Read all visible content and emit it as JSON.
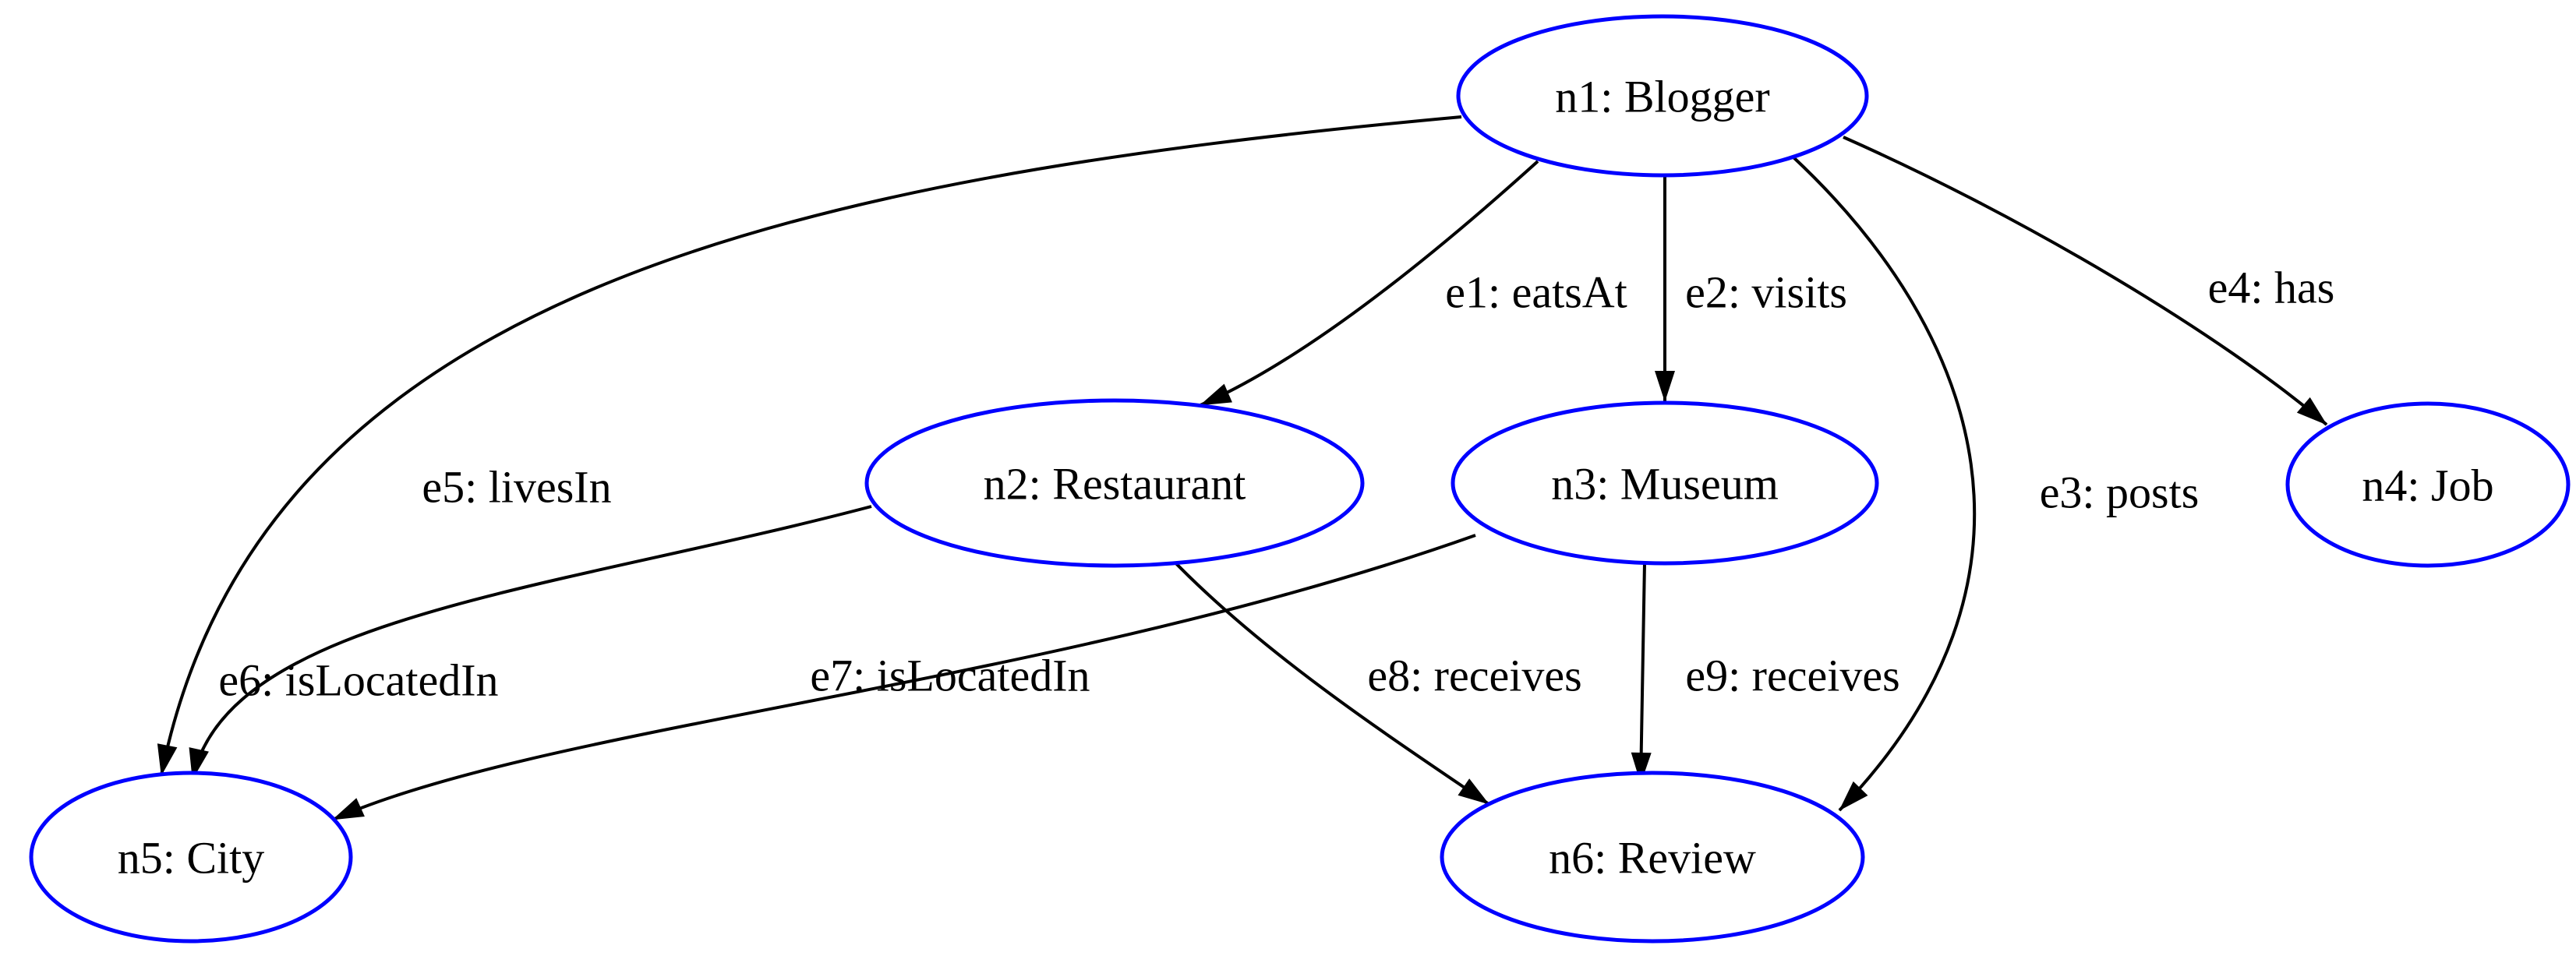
{
  "graph": {
    "type": "directed-graph",
    "background_color": "#ffffff",
    "node_border_color": "#0000ff",
    "node_fill_color": "#ffffff",
    "text_color": "#000000",
    "edge_color": "#000000",
    "nodes": [
      {
        "id": "n1",
        "label": "n1: Blogger"
      },
      {
        "id": "n2",
        "label": "n2: Restaurant"
      },
      {
        "id": "n3",
        "label": "n3: Museum"
      },
      {
        "id": "n4",
        "label": "n4: Job"
      },
      {
        "id": "n5",
        "label": "n5: City"
      },
      {
        "id": "n6",
        "label": "n6: Review"
      }
    ],
    "edges": [
      {
        "id": "e1",
        "label": "e1: eatsAt",
        "from": "n1",
        "to": "n2"
      },
      {
        "id": "e2",
        "label": "e2: visits",
        "from": "n1",
        "to": "n3"
      },
      {
        "id": "e3",
        "label": "e3: posts",
        "from": "n1",
        "to": "n6"
      },
      {
        "id": "e4",
        "label": "e4: has",
        "from": "n1",
        "to": "n4"
      },
      {
        "id": "e5",
        "label": "e5: livesIn",
        "from": "n1",
        "to": "n5"
      },
      {
        "id": "e6",
        "label": "e6: isLocatedIn",
        "from": "n2",
        "to": "n5"
      },
      {
        "id": "e7",
        "label": "e7: isLocatedIn",
        "from": "n3",
        "to": "n5"
      },
      {
        "id": "e8",
        "label": "e8: receives",
        "from": "n2",
        "to": "n6"
      },
      {
        "id": "e9",
        "label": "e9: receives",
        "from": "n3",
        "to": "n6"
      }
    ]
  }
}
